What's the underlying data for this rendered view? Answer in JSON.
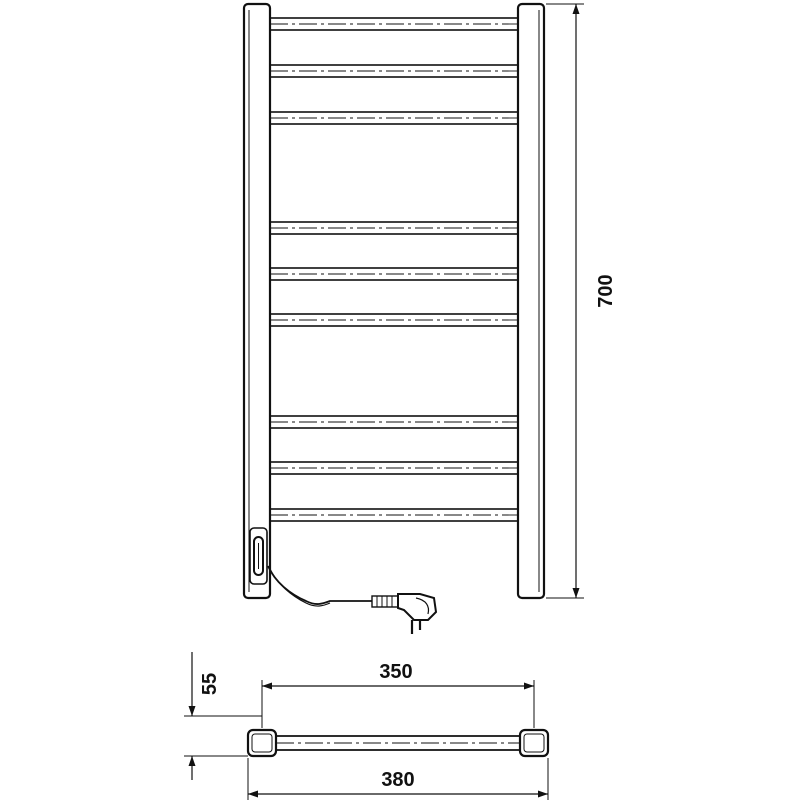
{
  "dimensions": {
    "height": "700",
    "width_centers": "350",
    "width_total": "380",
    "depth": "55"
  },
  "colors": {
    "line": "#111111",
    "background": "#ffffff"
  },
  "icons": {
    "plug": "power-plug-icon",
    "switch": "switch-icon"
  }
}
